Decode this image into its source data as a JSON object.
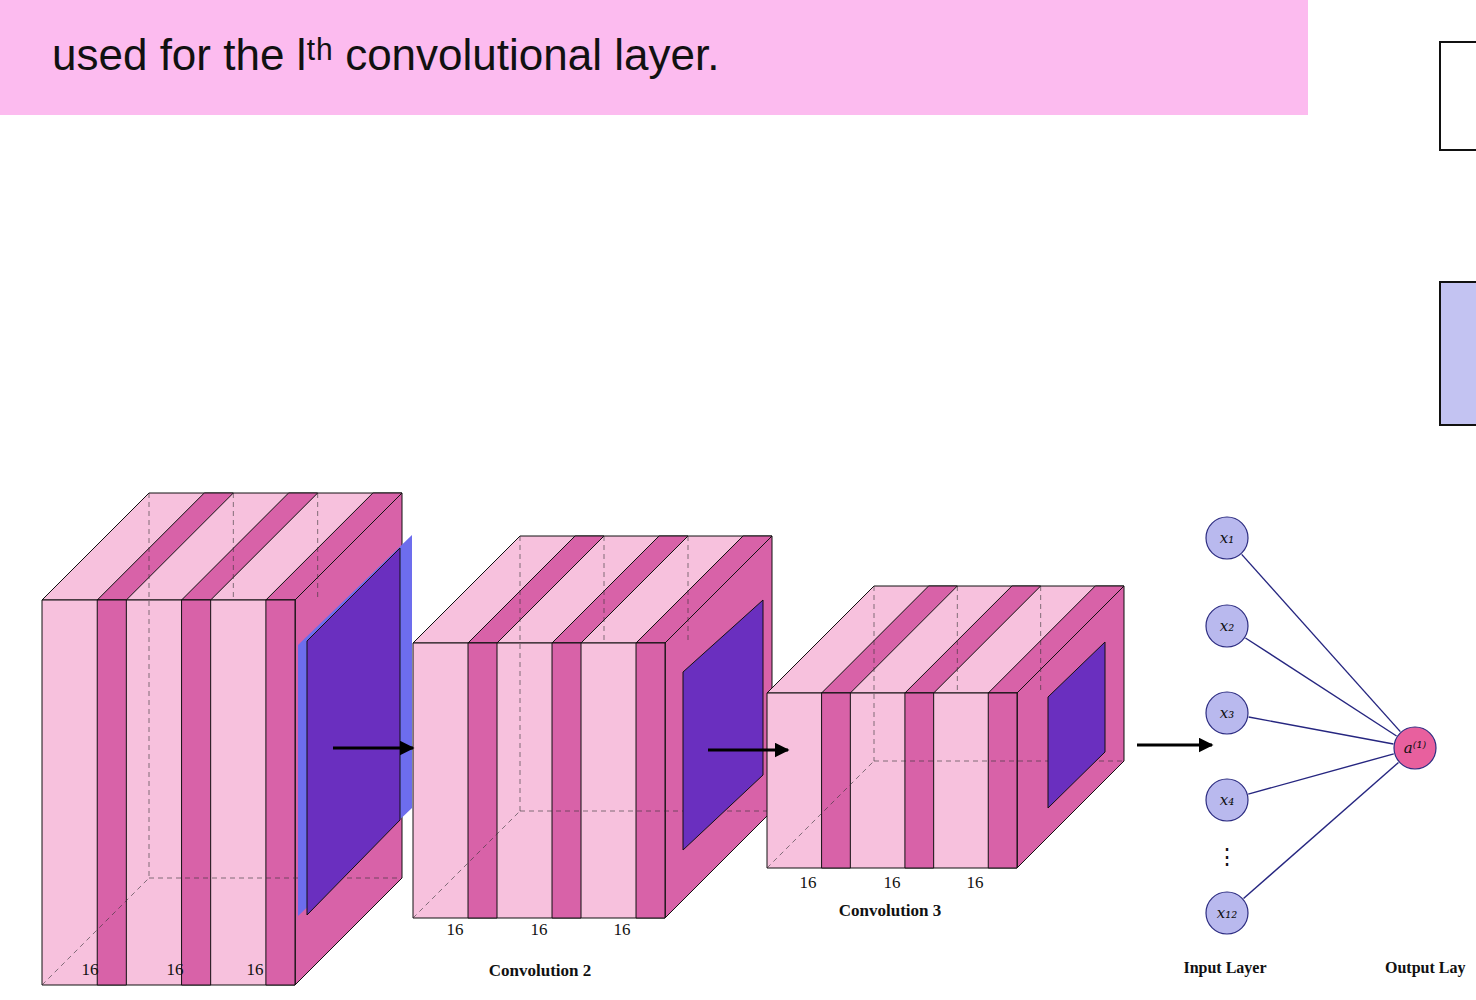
{
  "diagram": {
    "nodes": [
      {
        "text": [
          "used for the lᵗʰ convolutional layer."
        ]
      },
      {
        "text": [
          "x₁"
        ]
      },
      {
        "text": [
          "x₂"
        ]
      },
      {
        "text": [
          "x₃"
        ]
      },
      {
        "text": [
          "x₄"
        ]
      },
      {
        "text": [
          "x₁₂"
        ]
      },
      {
        "text": [
          "a⁽¹⁾"
        ]
      }
    ],
    "edges": [
      {
        "from": 1,
        "to": 6,
        "arrow": "none"
      },
      {
        "from": 2,
        "to": 6,
        "arrow": "none"
      },
      {
        "from": 3,
        "to": 6,
        "arrow": "none"
      },
      {
        "from": 4,
        "to": 6,
        "arrow": "none"
      },
      {
        "from": 5,
        "to": 6,
        "arrow": "none"
      }
    ],
    "labels": [
      "16",
      "16",
      "16",
      "16",
      "16",
      "16",
      "Convolution 2",
      "16",
      "16",
      "16",
      "Convolution 3",
      "⋮",
      "Input Layer",
      "Output Lay"
    ]
  }
}
